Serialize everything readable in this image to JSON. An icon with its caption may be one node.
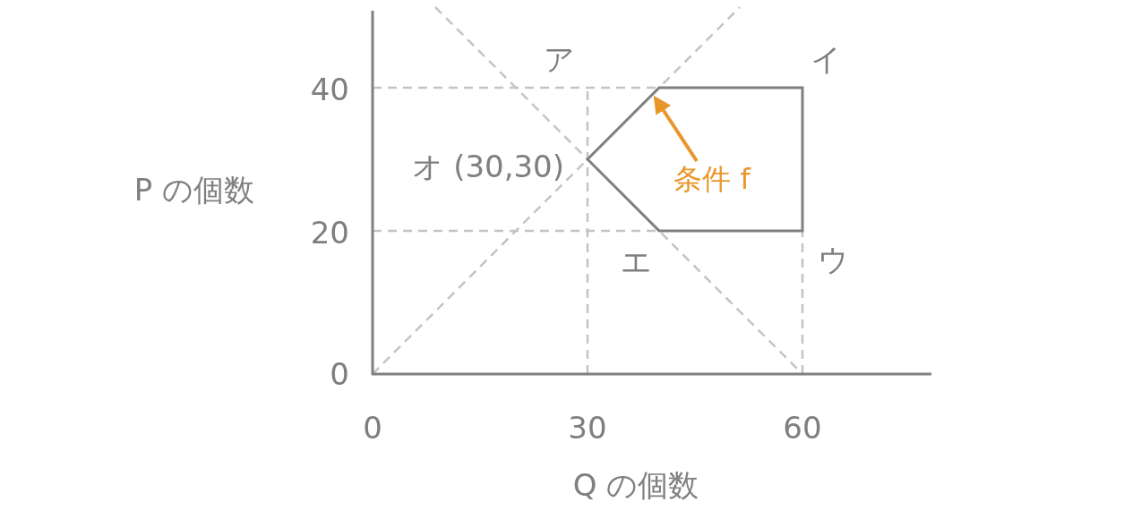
{
  "diagram": {
    "nodes": [
      {
        "text": [
          "条件 f"
        ],
        "in": 1
      },
      {
        "text": [],
        "shape": "pentagon"
      }
    ],
    "edges": [
      {
        "from": 0,
        "to": 1,
        "arrow": "to",
        "color": "#e8962a"
      }
    ],
    "labels": [
      "ア",
      "イ",
      "40",
      "P の個数",
      "オ (30,30)",
      "20",
      "ウ",
      "エ",
      "0",
      "0",
      "30",
      "60",
      "Q の個数"
    ]
  }
}
